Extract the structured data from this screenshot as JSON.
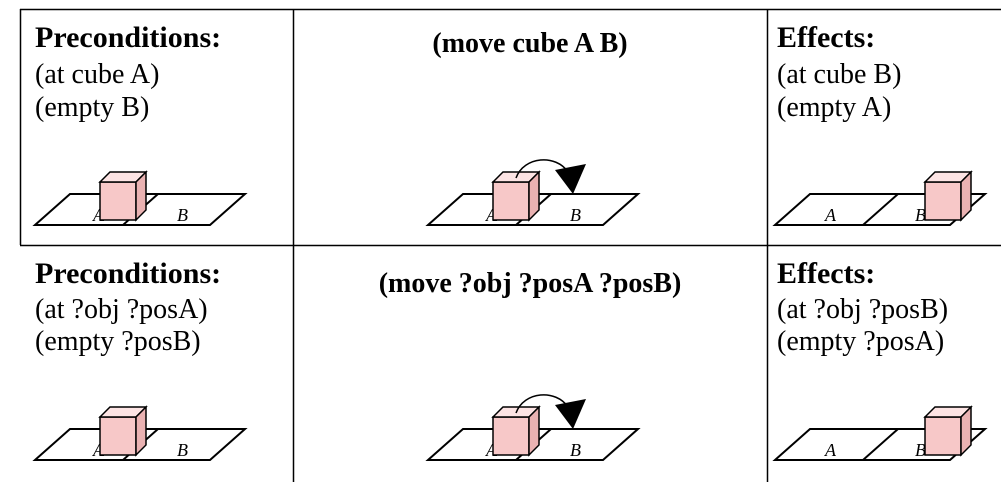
{
  "colors": {
    "cube_front": "#f7c8c8",
    "cube_top": "#fde4e4",
    "cube_side": "#eab2b2",
    "line": "#000000",
    "background": "#ffffff"
  },
  "rows": [
    {
      "pre": {
        "header": "Preconditions:",
        "lines": [
          "(at cube A)",
          "(empty B)"
        ]
      },
      "action": {
        "title": "(move cube A B)"
      },
      "eff": {
        "header": "Effects:",
        "lines": [
          "(at cube B)",
          "(empty A)"
        ]
      },
      "slot_labels": [
        "A",
        "B"
      ],
      "cube_positions": {
        "pre": "A",
        "action": "A",
        "effect": "B"
      }
    },
    {
      "pre": {
        "header": "Preconditions:",
        "lines": [
          "(at ?obj ?posA)",
          "(empty ?posB)"
        ]
      },
      "action": {
        "title": "(move ?obj ?posA ?posB)"
      },
      "eff": {
        "header": "Effects:",
        "lines": [
          "(at ?obj ?posB)",
          "(empty ?posA)"
        ]
      },
      "slot_labels": [
        "A",
        "B"
      ],
      "cube_positions": {
        "pre": "A",
        "action": "A",
        "effect": "B"
      }
    }
  ]
}
